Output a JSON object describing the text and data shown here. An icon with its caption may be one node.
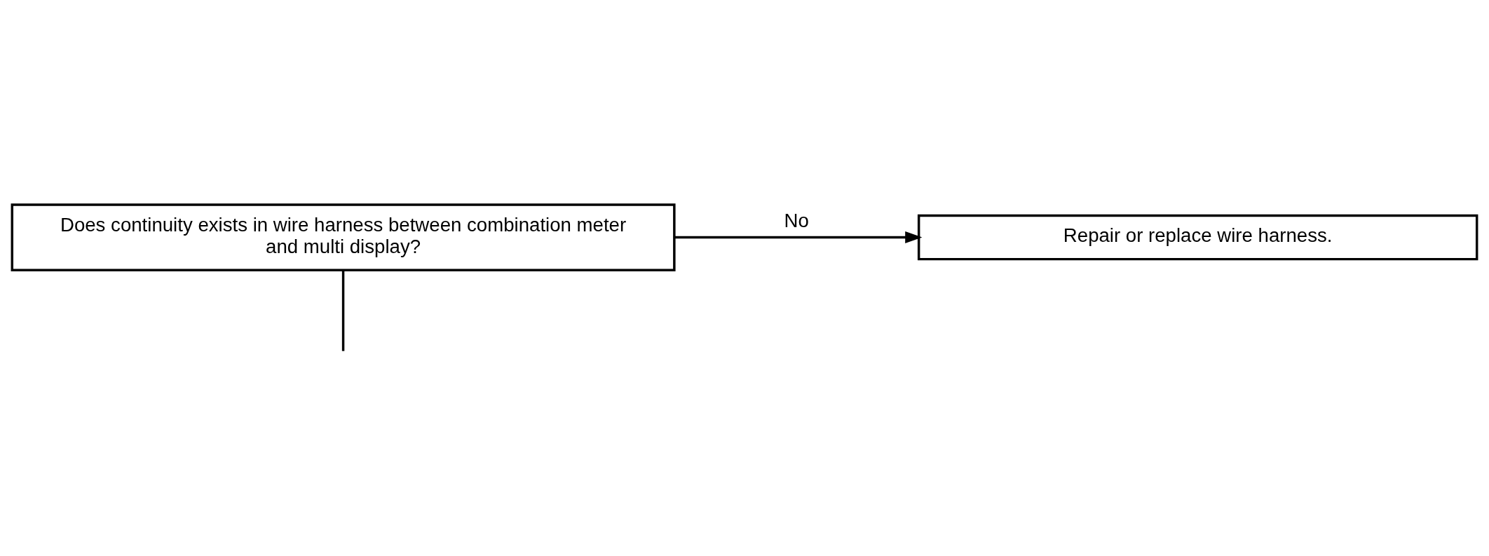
{
  "diagram": {
    "nodes": [
      {
        "text": [
          "Does continuity exists in wire harness between combination meter and multi display?"
        ]
      },
      {
        "text": [
          "Repair or replace wire harness."
        ]
      }
    ],
    "edges": [
      {
        "from": 0,
        "to": 1,
        "arrow": "to",
        "label": "No"
      },
      {
        "from": 0,
        "to": null,
        "arrow": "none"
      }
    ]
  }
}
